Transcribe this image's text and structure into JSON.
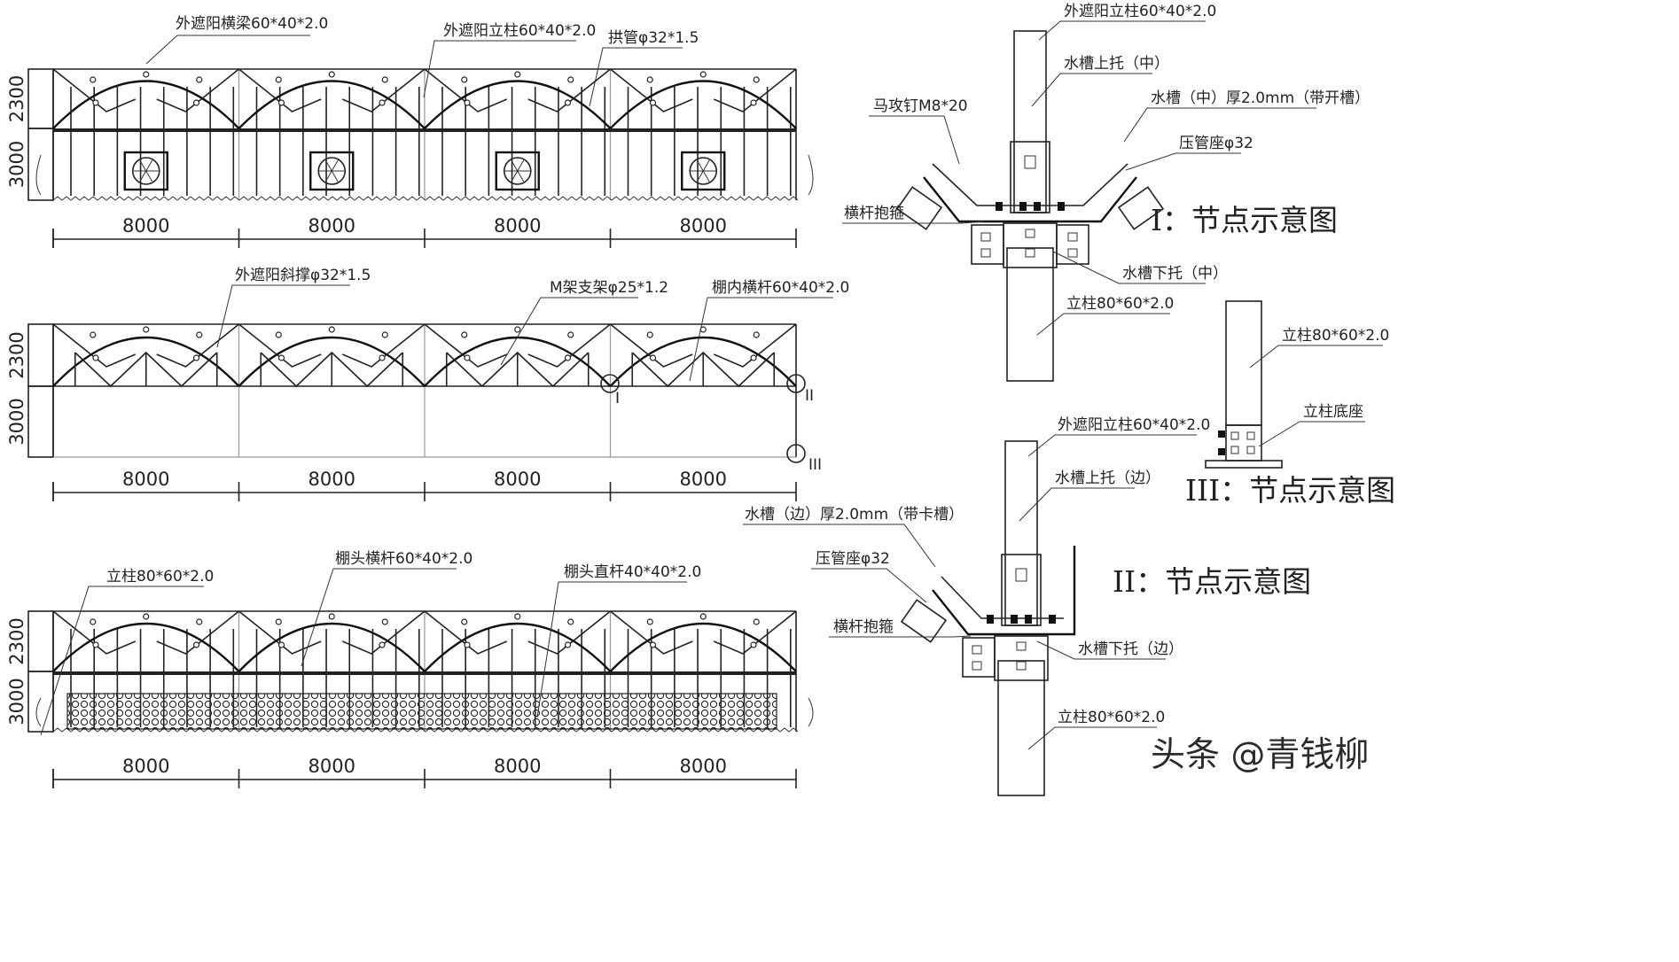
{
  "elevation_top": {
    "labels": {
      "beam": "外遮阳横梁60*40*2.0",
      "post": "外遮阳立柱60*40*2.0",
      "arch": "拱管φ32*1.5"
    },
    "height_upper": "2300",
    "height_lower": "3000",
    "spans": [
      "8000",
      "8000",
      "8000",
      "8000"
    ]
  },
  "elevation_mid": {
    "labels": {
      "brace": "外遮阳斜撑φ32*1.5",
      "mframe": "M架支架φ25*1.2",
      "crossbar": "棚内横杆60*40*2.0"
    },
    "height_upper": "2300",
    "height_lower": "3000",
    "spans": [
      "8000",
      "8000",
      "8000",
      "8000"
    ],
    "node_marks": {
      "n1": "I",
      "n2": "II",
      "n3": "III"
    }
  },
  "elevation_bot": {
    "labels": {
      "post": "立柱80*60*2.0",
      "endbar": "棚头横杆60*40*2.0",
      "endstraight": "棚头直杆40*40*2.0"
    },
    "height_upper": "2300",
    "height_lower": "3000",
    "spans": [
      "8000",
      "8000",
      "8000",
      "8000"
    ]
  },
  "detail_1": {
    "title": "I：节点示意图",
    "labels": {
      "post_top": "外遮阳立柱60*40*2.0",
      "gutter_upper": "水槽上托（中）",
      "screw": "马攻钉M8*20",
      "gutter": "水槽（中）厚2.0mm（带开槽）",
      "clamp": "压管座φ32",
      "hoop": "横杆抱箍",
      "gutter_lower": "水槽下托（中）",
      "post": "立柱80*60*2.0"
    }
  },
  "detail_2": {
    "title": "II：节点示意图",
    "labels": {
      "post_top": "外遮阳立柱60*40*2.0",
      "gutter_upper": "水槽上托（边）",
      "gutter": "水槽（边）厚2.0mm（带卡槽）",
      "clamp": "压管座φ32",
      "hoop": "横杆抱箍",
      "gutter_lower": "水槽下托（边）",
      "post": "立柱80*60*2.0"
    }
  },
  "detail_3": {
    "title": "III：节点示意图",
    "labels": {
      "post": "立柱80*60*2.0",
      "base": "立柱底座"
    }
  },
  "watermark": "头条 @青钱柳"
}
